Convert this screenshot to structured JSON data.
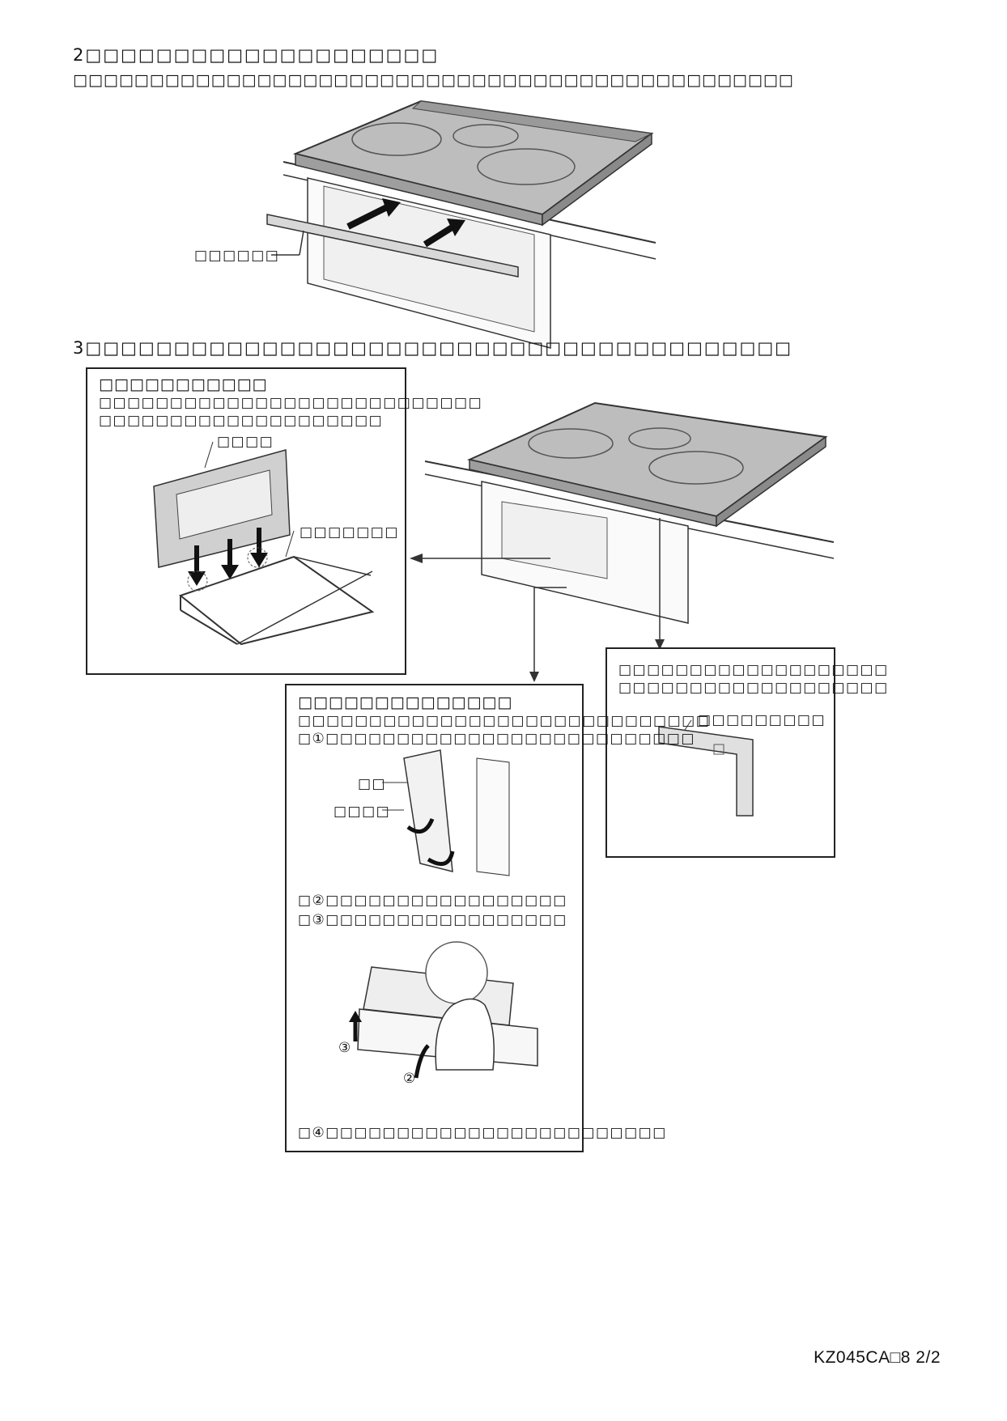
{
  "step2": {
    "heading": "2□□□□□□□□□□□□□□□□□□□□",
    "note": "□□□□□□□□□□□□□□□□□□□□□□□□□□□□□□□□□□□□□□□□□□□□□□□",
    "rail_label": "□□□□□□"
  },
  "step3": {
    "heading": "3□□□□□□□□□□□□□□□□□□□□□□□□□□□□□□□□□□□□□□□□",
    "box_left": {
      "title": "□□□□□□□□□□□",
      "line1": "□□□□□□□□□□□□□□□□□□□□□□□□□□□",
      "line2": "□□□□□□□□□□□□□□□□□□□□",
      "panel_label": "□□□□",
      "frame_label": "□□□□□□□"
    },
    "box_right": {
      "line1": "□□□□□□□□□□□□□□□□□□□",
      "line2": "□□□□□□□□□□□□□□□□□□□",
      "part_label": "□□□□□□□□□"
    },
    "box_center": {
      "title": "□□□□□□□□□□□□□□",
      "line1": "□□□□□□□□□□□□□□□□□□□□□□□□□□□□□",
      "line2": "□①□□□□□□□□□□□□□□□□□□□□□□□□□□",
      "label_a": "□□",
      "label_b": "□□□□",
      "step2_line": "□②□□□□□□□□□□□□□□□□□",
      "step3_line": "□③□□□□□□□□□□□□□□□□□",
      "num3": "③",
      "num2": "②",
      "step4_line": "□④□□□□□□□□□□□□□□□□□□□□□□□□"
    }
  },
  "footer": "KZ045CA□8  2/2"
}
